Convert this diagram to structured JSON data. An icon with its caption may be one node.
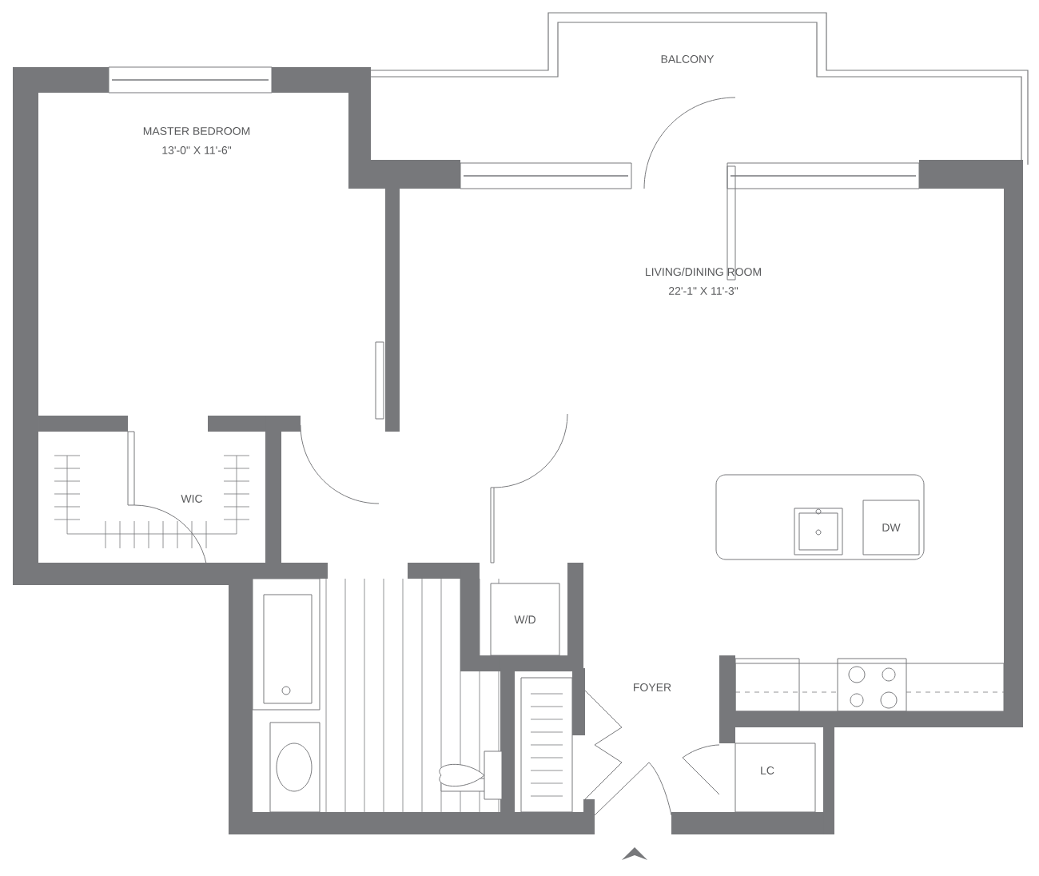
{
  "diagram": {
    "nodes": [
      {
        "text": [
          "DW"
        ]
      },
      {
        "text": [
          "W/D"
        ]
      }
    ],
    "labels": [
      "BALCONY",
      "MASTER BEDROOM",
      "13'-0\" X 11'-6\"",
      "LIVING/DINING ROOM",
      "22'-1\" X 11'-3\"",
      "WIC",
      "FOYER",
      "LC"
    ]
  }
}
